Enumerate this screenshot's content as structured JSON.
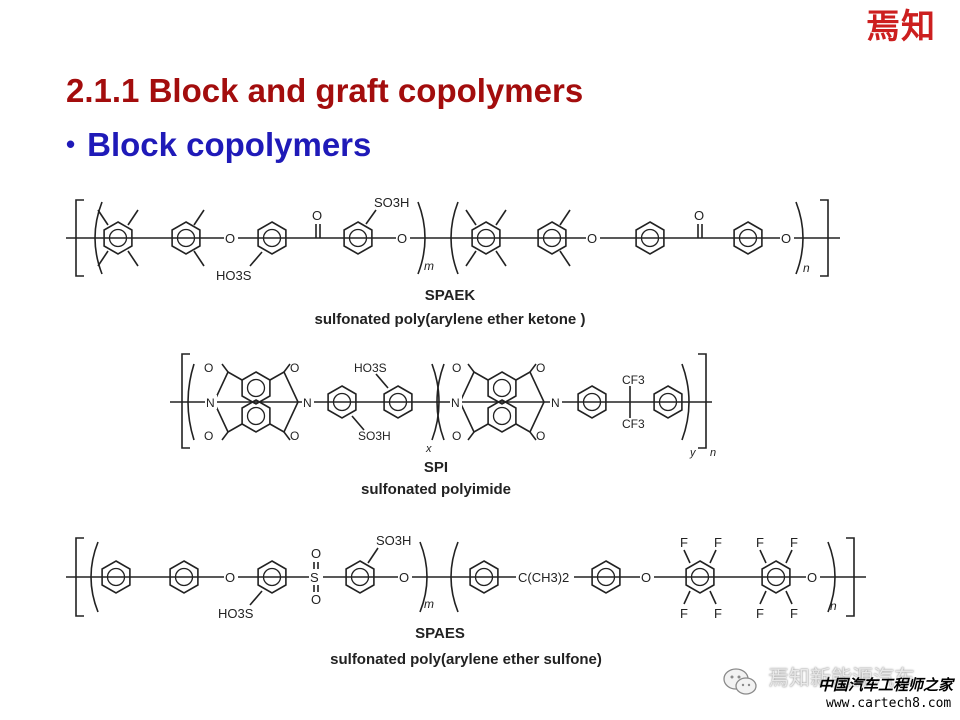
{
  "header": {
    "logo_text": "焉知"
  },
  "slide": {
    "title": "2.1.1 Block and graft copolymers",
    "bullet_symbol": "•",
    "bullet": "Block copolymers"
  },
  "structures": [
    {
      "name": "SPAEK",
      "caption": "sulfonated poly(arylene ether ketone )",
      "labels": {
        "so3h_top": "SO3H",
        "so3h_bottom": "HO3S",
        "o1": "O",
        "o2": "O",
        "o3": "O",
        "o4": "O",
        "o_carbonyl1": "O",
        "o_carbonyl2": "O",
        "sub_m": "m",
        "sub_n": "n"
      }
    },
    {
      "name": "SPI",
      "caption": "sulfonated polyimide",
      "labels": {
        "so3h_top": "HO3S",
        "so3h_bottom": "SO3H",
        "n1": "N",
        "n2": "N",
        "n3": "N",
        "n4": "N",
        "o": "O",
        "cf3_top": "CF3",
        "cf3_bottom": "CF3",
        "sub_x": "x",
        "sub_y": "y",
        "sub_n": "n"
      }
    },
    {
      "name": "SPAES",
      "caption": "sulfonated poly(arylene ether sulfone)",
      "labels": {
        "so3h_top": "SO3H",
        "so3h_bottom": "HO3S",
        "s": "S",
        "o": "O",
        "c_ch3": "C(CH3)2",
        "f": "F",
        "sub_m": "m",
        "sub_n": "n"
      }
    }
  ],
  "watermark": {
    "name": "焉知新能源汽车",
    "chinese": "中国汽车工程师之家",
    "url": "www.cartech8.com"
  }
}
